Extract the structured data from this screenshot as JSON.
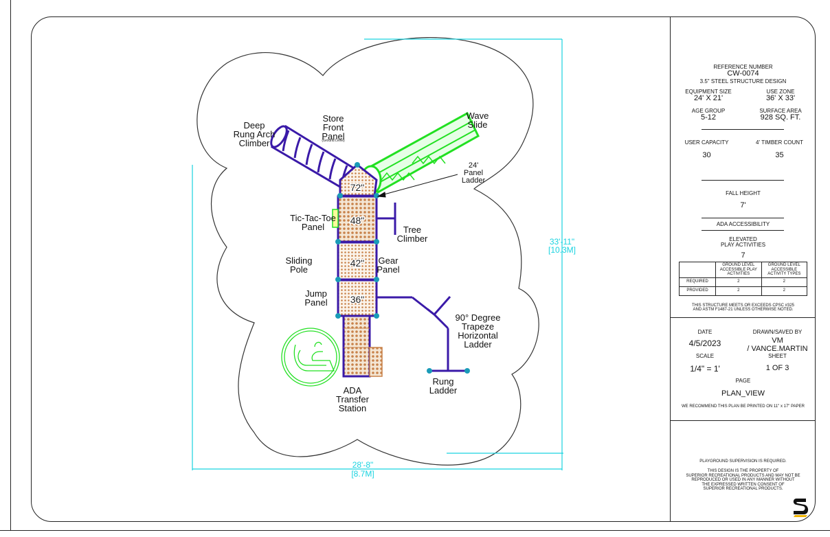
{
  "labels": {
    "deep_rung": "Deep\nRung Arch\nClimber",
    "store_front": "Store\nFront\nPanel",
    "ground_level": "(Ground Level)",
    "wave_slide": "Wave\nSlide",
    "panel_ladder": "24'\nPanel\nLadder",
    "tic_tac_toe": "Tic-Tac-Toe\nPanel",
    "tree_climber": "Tree\nClimber",
    "sliding_pole": "Sliding\nPole",
    "gear_panel": "Gear\nPanel",
    "jump_panel": "Jump\nPanel",
    "trapeze": "90° Degree\nTrapeze\nHorizontal\nLadder",
    "rung_ladder": "Rung\nLadder",
    "ada_transfer": "ADA\nTransfer\nStation"
  },
  "decks": [
    "72\"",
    "48\"",
    "42\"",
    "36\""
  ],
  "dimensions": {
    "height_ft": "33'-11\"",
    "height_m": "[10.3M]",
    "width_ft": "28'-8\"",
    "width_m": "[8.7M]"
  },
  "titleblock": {
    "ref_label": "REFERENCE NUMBER",
    "ref_value": "CW-0074",
    "design": "3.5\" STEEL STRUCTURE DESIGN",
    "equip_label": "EQUIPMENT SIZE",
    "equip_value": "24' X 21'",
    "use_label": "USE ZONE",
    "use_value": "36' X 33'",
    "age_label": "AGE GROUP",
    "age_value": "5-12",
    "surface_label": "SURFACE AREA",
    "surface_value": "928 SQ. FT.",
    "capacity_label": "USER CAPACITY",
    "capacity_value": "30",
    "timber_label": "4' TIMBER COUNT",
    "timber_value": "35",
    "fall_label": "FALL HEIGHT",
    "fall_value": "7'",
    "ada_label": "ADA ACCESSIBILITY",
    "elevated_label": "ELEVATED\nPLAY ACTIVITIES",
    "elevated_value": "7",
    "table_head1": "GROUND LEVEL ACCESSIBLE PLAY ACTIVITIES",
    "table_head2": "GROUND LEVEL ACCESSIBLE ACTIVITY TYPES",
    "required_label": "REQUIRED",
    "required_1": "2",
    "required_2": "2",
    "provided_label": "PROVIDED",
    "provided_1": "2",
    "provided_2": "2",
    "compliance": "THIS STRUCTURE MEETS OR EXCEEDS CPSC #325\nAND ASTM F1487-21 UNLESS OTHERWISE NOTED.",
    "date_label": "DATE",
    "date_value": "4/5/2023",
    "drawn_label": "DRAWN/SAVED BY",
    "drawn_value": "VM\n/ VANCE.MARTIN",
    "scale_label": "SCALE",
    "scale_value": "1/4\" = 1'",
    "sheet_label": "SHEET",
    "sheet_value": "1 OF 3",
    "page_label": "PAGE",
    "page_value": "PLAN_VIEW",
    "print_note": "WE RECOMMEND THIS PLAN BE PRINTED ON 11\" x 17\" PAPER",
    "supervision": "PLAYGROUND SUPERVISION IS REQUIRED.",
    "property": "THIS DESIGN IS THE PROPERTY OF\nSUPERIOR RECREATIONAL PRODUCTS AND MAY NOT BE\nREPRODUCED OR USED IN ANY MANNER WITHOUT\nTHE EXPRESSED WRITTEN CONSENT OF\nSUPERIOR RECREATIONAL PRODUCTS."
  },
  "colors": {
    "structure": "#3a1aa8",
    "slide": "#22e022",
    "deck": "#c8824a",
    "post": "#1a9bb8",
    "dimension": "#19d3e0"
  },
  "icons": {
    "logo": "superior-s-logo",
    "ada": "wheelchair-icon"
  }
}
